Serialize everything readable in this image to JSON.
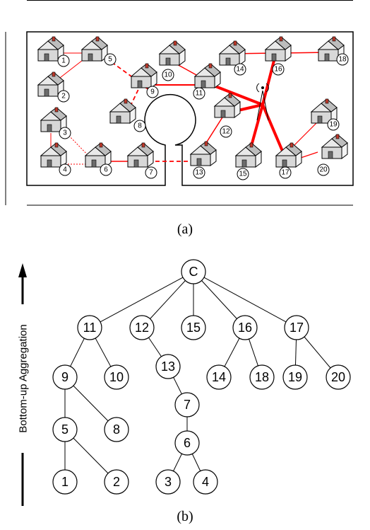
{
  "figure_a": {
    "caption": "(a)",
    "houses": [
      "1",
      "2",
      "3",
      "4",
      "5",
      "6",
      "7",
      "8",
      "9",
      "10",
      "11",
      "12",
      "13",
      "14",
      "15",
      "16",
      "17",
      "18",
      "19",
      "20"
    ],
    "link_color": "#ff0000"
  },
  "figure_b": {
    "caption": "(b)",
    "axis_label": "Bottom-up Aggregation",
    "root": "C",
    "nodes": [
      "C",
      "11",
      "12",
      "15",
      "16",
      "17",
      "9",
      "10",
      "13",
      "14",
      "18",
      "19",
      "20",
      "5",
      "8",
      "7",
      "1",
      "2",
      "6",
      "3",
      "4"
    ]
  }
}
